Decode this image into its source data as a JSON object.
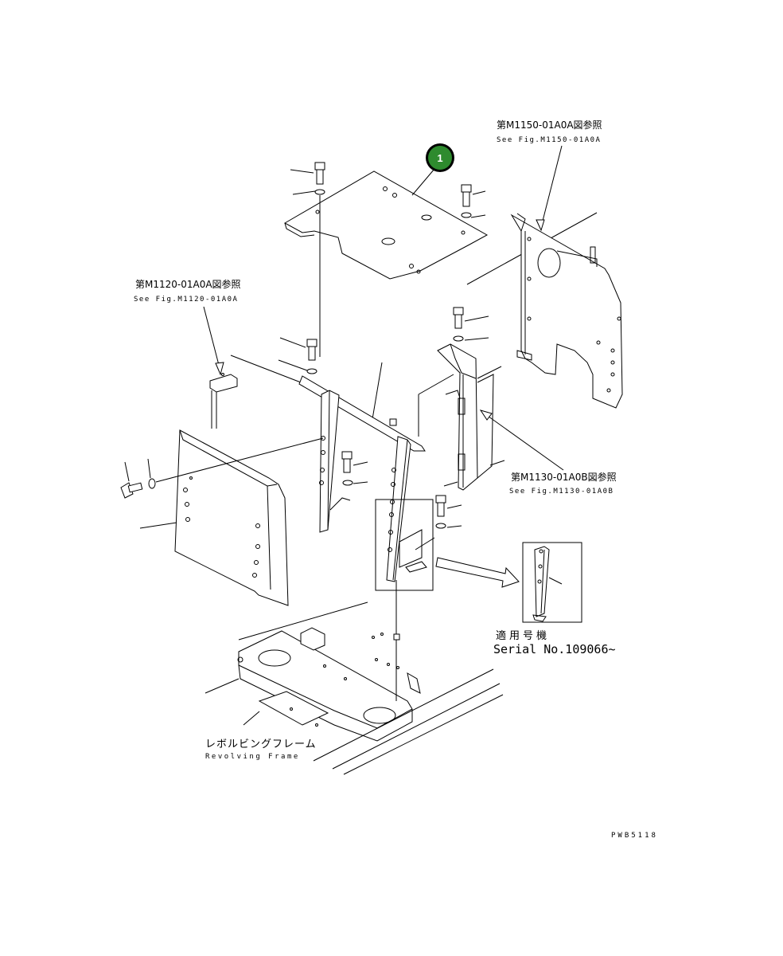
{
  "callout": {
    "number": "1",
    "fill": "#2e8b2e",
    "ring": "#000000"
  },
  "refs": {
    "m1150": {
      "jp": "第M1150-01A0A図参照",
      "en": "See Fig.M1150-01A0A"
    },
    "m1120": {
      "jp": "第M1120-01A0A図参照",
      "en": "See Fig.M1120-01A0A"
    },
    "m1130": {
      "jp": "第M1130-01A0B図参照",
      "en": "See Fig.M1130-01A0B"
    }
  },
  "serial": {
    "jp": "適用号機",
    "en": "Serial No.109066~"
  },
  "frame": {
    "jp": "レボルビングフレーム",
    "en": "Revolving Frame"
  },
  "drawing_code": "PWB5118"
}
